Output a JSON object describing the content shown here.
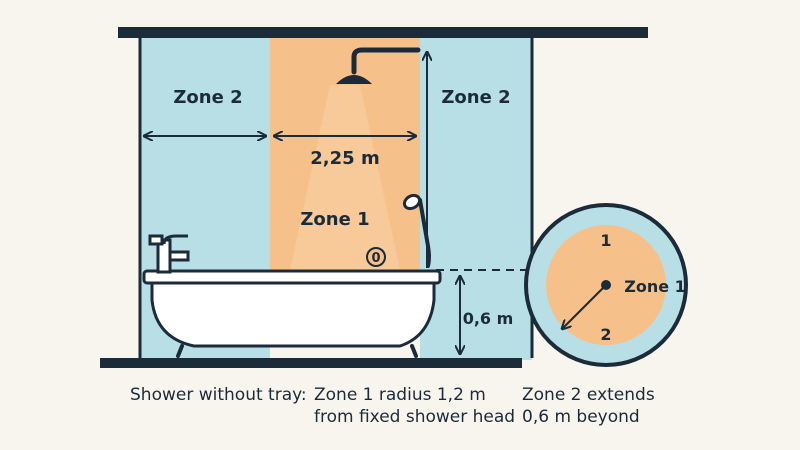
{
  "diagram": {
    "zone2_left_label": "Zone 2",
    "zone2_right_label": "Zone 2",
    "zone1_label": "Zone 1",
    "zone0_label": "0",
    "height_label": "2,25 m",
    "tub_height_label": "0,6 m",
    "circle": {
      "zone1_label": "Zone 1",
      "ring1_label": "1",
      "ring2_label": "2"
    }
  },
  "captions": {
    "shower_label": "Shower without tray:",
    "zone1_line1": "Zone 1 radius 1,2 m",
    "zone1_line2": "from fixed shower head",
    "zone2_line1": "Zone 2 extends",
    "zone2_line2": "0,6 m beyond"
  },
  "colors": {
    "background": "#f8f4ee",
    "zone2_fill": "#b9dfe6",
    "zone1_fill": "#f6c08a",
    "outline": "#1c2b39"
  }
}
